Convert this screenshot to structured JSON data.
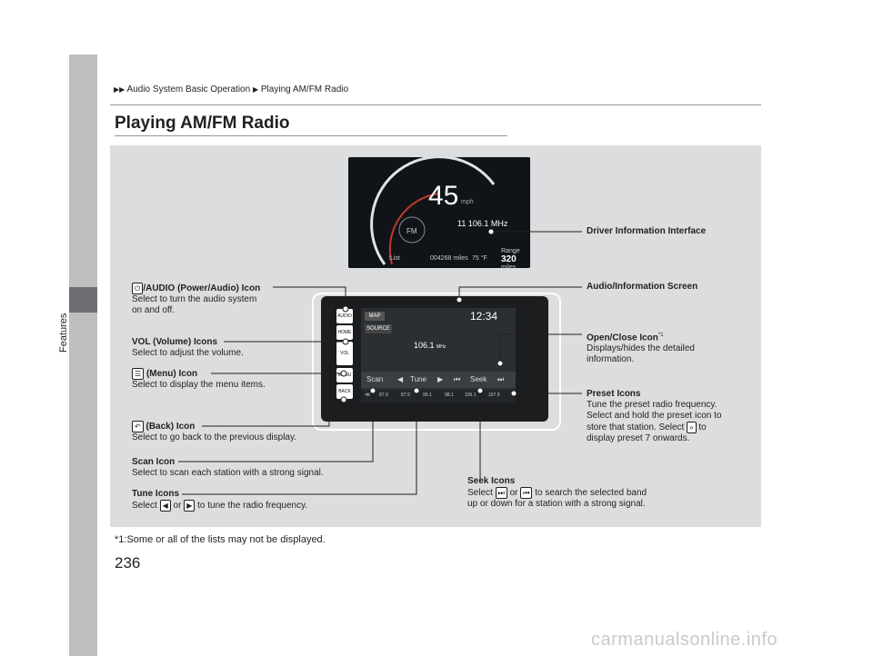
{
  "sidebar": {
    "label": "Features"
  },
  "breadcrumb": {
    "part1": "Audio System Basic Operation",
    "part2": "Playing AM/FM Radio"
  },
  "page": {
    "title": "Playing AM/FM Radio",
    "number": "236",
    "footnote": "*1:Some or all of the lists may not be displayed.",
    "watermark": "carmanualsonline.info"
  },
  "dash": {
    "speed": "45",
    "speed_unit": "mph",
    "freq": "106.1 MHz",
    "preset": "11",
    "odo": "004268",
    "odo_unit": "miles",
    "temp": "75 °F",
    "range_label": "Range",
    "range": "320",
    "range_unit": "miles",
    "list": ":List"
  },
  "screen": {
    "time": "12:34",
    "map": "MAP",
    "source": "SOURCE",
    "freq": "106.1",
    "freq_unit": "MHz",
    "scan": "Scan",
    "tune": "Tune",
    "seek": "Seek",
    "presets": [
      "87.9",
      "87.9",
      "90.1",
      "98.1",
      "106.1",
      "107.9"
    ]
  },
  "callouts": {
    "driver_info": "Driver Information Interface",
    "audio_screen": "Audio/Information Screen",
    "power_title": "/AUDIO (Power/Audio) Icon",
    "power_desc1": "Select to turn the audio system",
    "power_desc2": "on and off.",
    "vol_title": "VOL (Volume) Icons",
    "vol_desc": "Select to adjust the volume.",
    "menu_title": "(Menu) Icon",
    "menu_desc": "Select to display the menu items.",
    "back_title": "(Back) Icon",
    "back_desc": "Select to go back to the previous display.",
    "scan_title": "Scan Icon",
    "scan_desc": "Select to scan each station with a strong signal.",
    "tune_title": "Tune Icons",
    "tune_desc_a": "Select",
    "tune_desc_b": "or",
    "tune_desc_c": "to tune the radio frequency.",
    "open_title": "Open/Close Icon",
    "open_sup": "*1",
    "open_desc1": "Displays/hides the detailed",
    "open_desc2": "information.",
    "preset_title": "Preset Icons",
    "preset_desc1": "Tune the preset radio frequency.",
    "preset_desc2": "Select and hold the preset icon to",
    "preset_desc3a": "store that station. Select",
    "preset_desc3b": "to",
    "preset_desc4": "display preset 7 onwards.",
    "seek_title": "Seek Icons",
    "seek_desc1a": "Select",
    "seek_desc1b": "or",
    "seek_desc1c": "to search the selected band",
    "seek_desc2": "up or down for a station with a strong signal."
  },
  "unit_buttons": [
    "AUDIO",
    "HOME",
    "VOL",
    "MENU",
    "BACK"
  ]
}
